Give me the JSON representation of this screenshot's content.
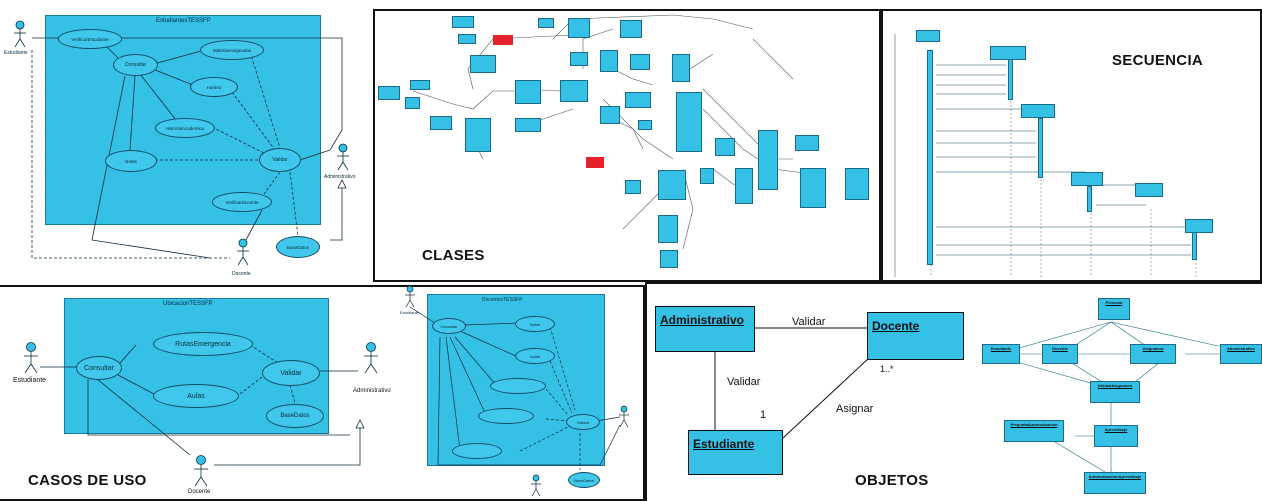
{
  "colors": {
    "fill": "#35c0e6",
    "border": "#111111",
    "red": "#e8202a"
  },
  "use_case_1": {
    "system_title": "EstudiantesTESSFP",
    "actor_top_left": "Estudiante",
    "actor_right": "Administrativo",
    "actor_bottom": "Docente",
    "cases": {
      "verificar": "VerificarEstudiante",
      "consultar": "Consultar",
      "materias": "MateriasAsignadas",
      "horario": "Horario",
      "historial": "HistorialAcademico",
      "notas": "Notas",
      "validar": "Validar",
      "verificar_docente": "VerificarDocente",
      "base_datos": "BaseDatos"
    }
  },
  "use_case_2": {
    "system_title": "UbicacionTESSFP",
    "actor_left": "Estudiante",
    "actor_right": "Administrativo",
    "actor_bottom": "Docente",
    "cases": {
      "consultar": "Consultar",
      "rutas": "RutasEmergencia",
      "aulas": "Aulas",
      "validar": "Validar",
      "base_datos": "BaseDatos"
    }
  },
  "use_case_3": {
    "system_title": "DocentesTESSFP",
    "actor_top": "Estudiante",
    "cases": {
      "consultar": "Consultar",
      "notas": "Notas",
      "aulas": "Aulas",
      "validar": "Validar",
      "base_datos": "BaseDatos"
    }
  },
  "labels": {
    "casos_de_uso": "CASOS DE USO",
    "clases": "CLASES",
    "secuencia": "SECUENCIA",
    "objetos": "OBJETOS"
  },
  "objects": {
    "administrativo": "Administrativo",
    "docente": "Docente",
    "estudiante": "Estudiante",
    "validar_top": "Validar",
    "validar_left": "Validar",
    "asignar": "Asignar",
    "mult_one": "1",
    "mult_many": "1..*"
  },
  "objects_small": {
    "personal": "Personal",
    "estudiante": "Estudiante",
    "docente": "Docente",
    "asignatura": "Asignatura",
    "administrativo": "Administrativo",
    "unidad": "UnidadAsignatura",
    "aprendizaje": "Aprendizaje",
    "pregunta": "PreguntaAutoevaluacion",
    "autoevaluacion": "AutoevaluacionAprendizaje"
  }
}
